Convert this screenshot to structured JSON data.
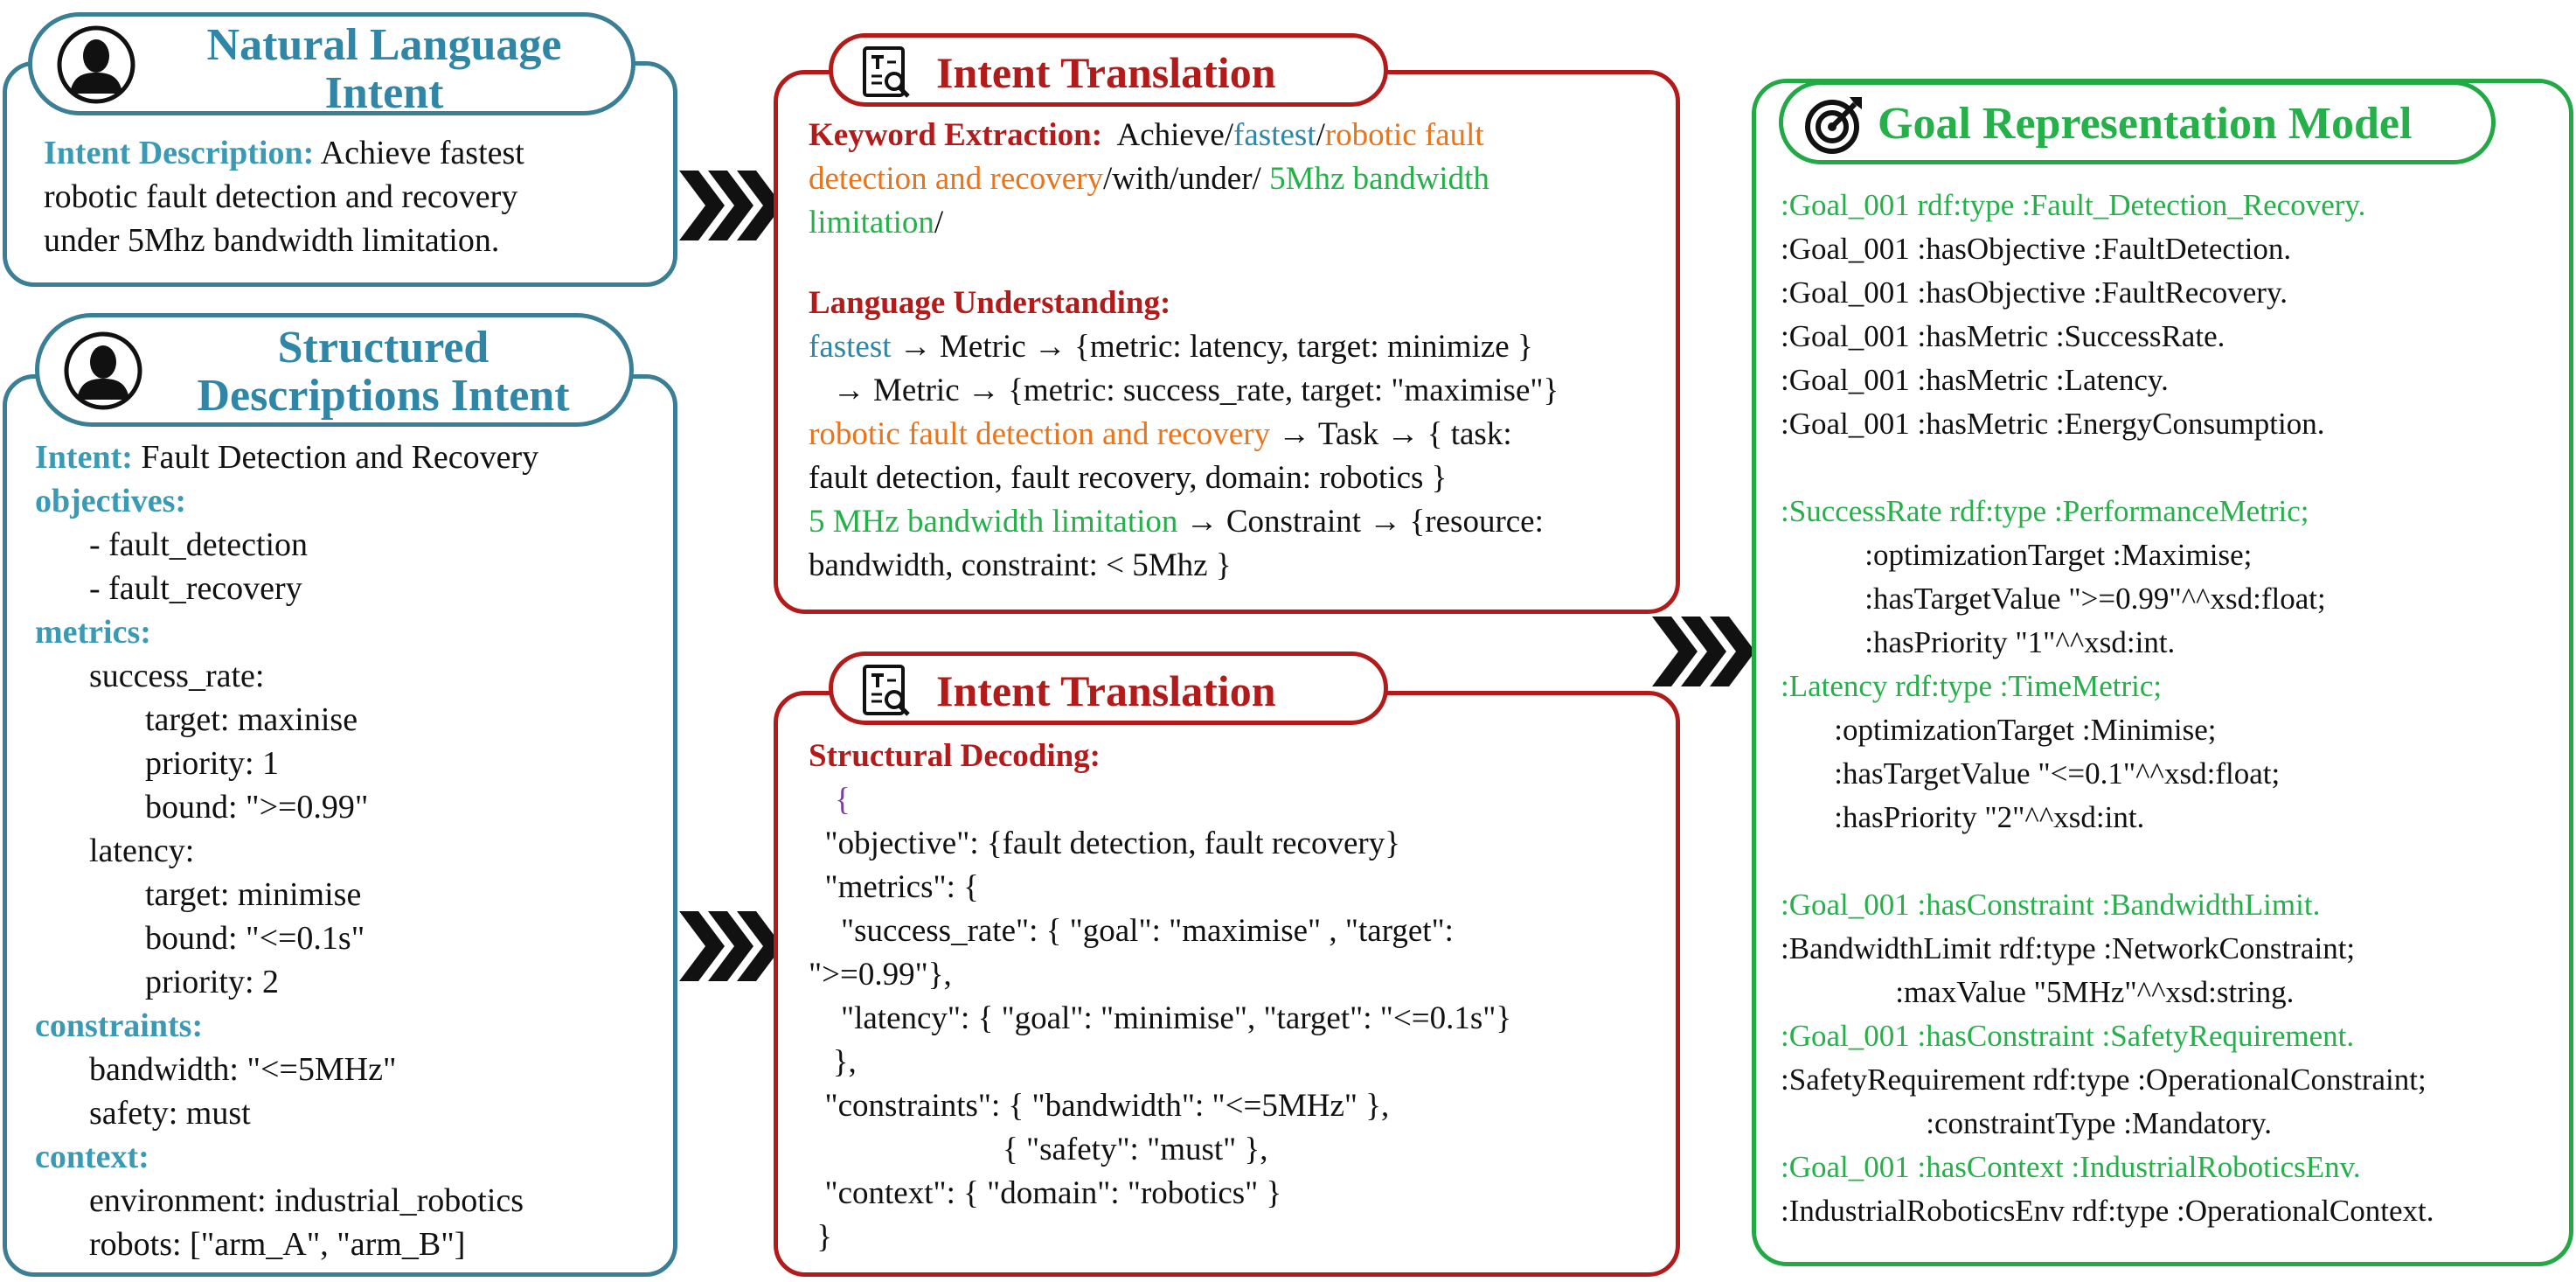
{
  "nl_intent": {
    "title_line1": "Natural Language",
    "title_line2": "Intent",
    "desc_label": "Intent Description:",
    "desc_line1": " Achieve fastest",
    "desc_line2": "robotic fault detection and recovery",
    "desc_line3": "under 5Mhz bandwidth limitation."
  },
  "structured": {
    "title_line1": "Structured",
    "title_line2": "Descriptions Intent",
    "intent_label": "Intent:",
    "intent_value": " Fault Detection and Recovery",
    "objectives_label": "objectives:",
    "objective_1": "- fault_detection",
    "objective_2": "- fault_recovery",
    "metrics_label": "metrics:",
    "sr_key": "success_rate:",
    "sr_target": "target: maxinise",
    "sr_priority": "priority: 1",
    "sr_bound": "bound: \">=0.99\"",
    "lat_key": "latency:",
    "lat_target": "target: minimise",
    "lat_bound": "bound: \"<=0.1s\"",
    "lat_priority": "priority: 2",
    "constraints_label": "constraints:",
    "bandwidth": "bandwidth: \"<=5MHz\"",
    "safety": "safety: must",
    "context_label": "context:",
    "environment": "environment: industrial_robotics",
    "robots": "robots: [\"arm_A\", \"arm_B\"]"
  },
  "translation_top": {
    "title": "Intent Translation",
    "kw_label": "Keyword Extraction:",
    "kw_achieve": "  Achieve/",
    "kw_fastest": "fastest",
    "kw_slash1": "/",
    "kw_robotic_a": "robotic fault",
    "kw_robotic_b": "detection and recovery",
    "kw_with": "/with/under/ ",
    "kw_bw_a": "5Mhz bandwidth",
    "kw_bw_b": "limitation",
    "kw_slash2": "/",
    "lu_label": "Language Understanding:",
    "lu_fastest": "fastest",
    "lu_l1": " → Metric → {metric: latency, target: minimize }",
    "lu_l2": "   → Metric → {metric: success_rate, target: \"maximise\"}",
    "lu_robotic": "robotic fault detection and recovery",
    "lu_l3": " → Task → { task:",
    "lu_l4": "fault detection, fault recovery, domain: robotics }",
    "lu_bw": "5 MHz bandwidth limitation",
    "lu_l5": " → Constraint → {resource:",
    "lu_l6": "bandwidth, constraint: < 5Mhz }"
  },
  "translation_bottom": {
    "title": "Intent Translation",
    "sd_label": "Structural Decoding:",
    "l0": "{",
    "l1": "  \"objective\": {fault detection, fault recovery}",
    "l2": "  \"metrics\": {",
    "l3": "    \"success_rate\": { \"goal\": \"maximise\" , \"target\":",
    "l4": "\">=0.99\"},",
    "l5": "    \"latency\": { \"goal\": \"minimise\", \"target\": \"<=0.1s\"}",
    "l6": "   },",
    "l7": "  \"constraints\": { \"bandwidth\": \"<=5MHz\" },",
    "l8": "                        { \"safety\": \"must\" },",
    "l9": "  \"context\": { \"domain\": \"robotics\" }",
    "l10": " }"
  },
  "goal_model": {
    "title": "Goal Representation Model",
    "g1": ":Goal_001 rdf:type :Fault_Detection_Recovery.",
    "g2": ":Goal_001 :hasObjective :FaultDetection.",
    "g3": ":Goal_001 :hasObjective :FaultRecovery.",
    "g4": ":Goal_001 :hasMetric :SuccessRate.",
    "g5": ":Goal_001 :hasMetric :Latency.",
    "g6": ":Goal_001 :hasMetric :EnergyConsumption.",
    "s1": ":SuccessRate rdf:type :PerformanceMetric;",
    "s2": "           :optimizationTarget :Maximise;",
    "s3": "           :hasTargetValue \">=0.99\"^^xsd:float;",
    "s4": "           :hasPriority \"1\"^^xsd:int.",
    "t1": ":Latency rdf:type :TimeMetric;",
    "t2": "       :optimizationTarget :Minimise;",
    "t3": "       :hasTargetValue \"<=0.1\"^^xsd:float;",
    "t4": "       :hasPriority \"2\"^^xsd:int.",
    "c1": ":Goal_001 :hasConstraint :BandwidthLimit.",
    "c2": ":BandwidthLimit rdf:type :NetworkConstraint;",
    "c3": "               :maxValue \"5MHz\"^^xsd:string.",
    "c4": ":Goal_001 :hasConstraint :SafetyRequirement.",
    "c5": ":SafetyRequirement rdf:type :OperationalConstraint;",
    "c6": "                   :constraintType :Mandatory.",
    "c7": ":Goal_001 :hasContext :IndustrialRoboticsEnv.",
    "c8": ":IndustrialRoboticsEnv rdf:type :OperationalContext."
  },
  "colors": {
    "blue_border": "#3a7f96",
    "blue_label": "#3a9ab5",
    "red": "#b31b1b",
    "orange": "#e8741c",
    "green": "#25b04a"
  },
  "icons": [
    "person-icon",
    "document-search-icon",
    "target-icon",
    "chevron-arrow-icon"
  ]
}
